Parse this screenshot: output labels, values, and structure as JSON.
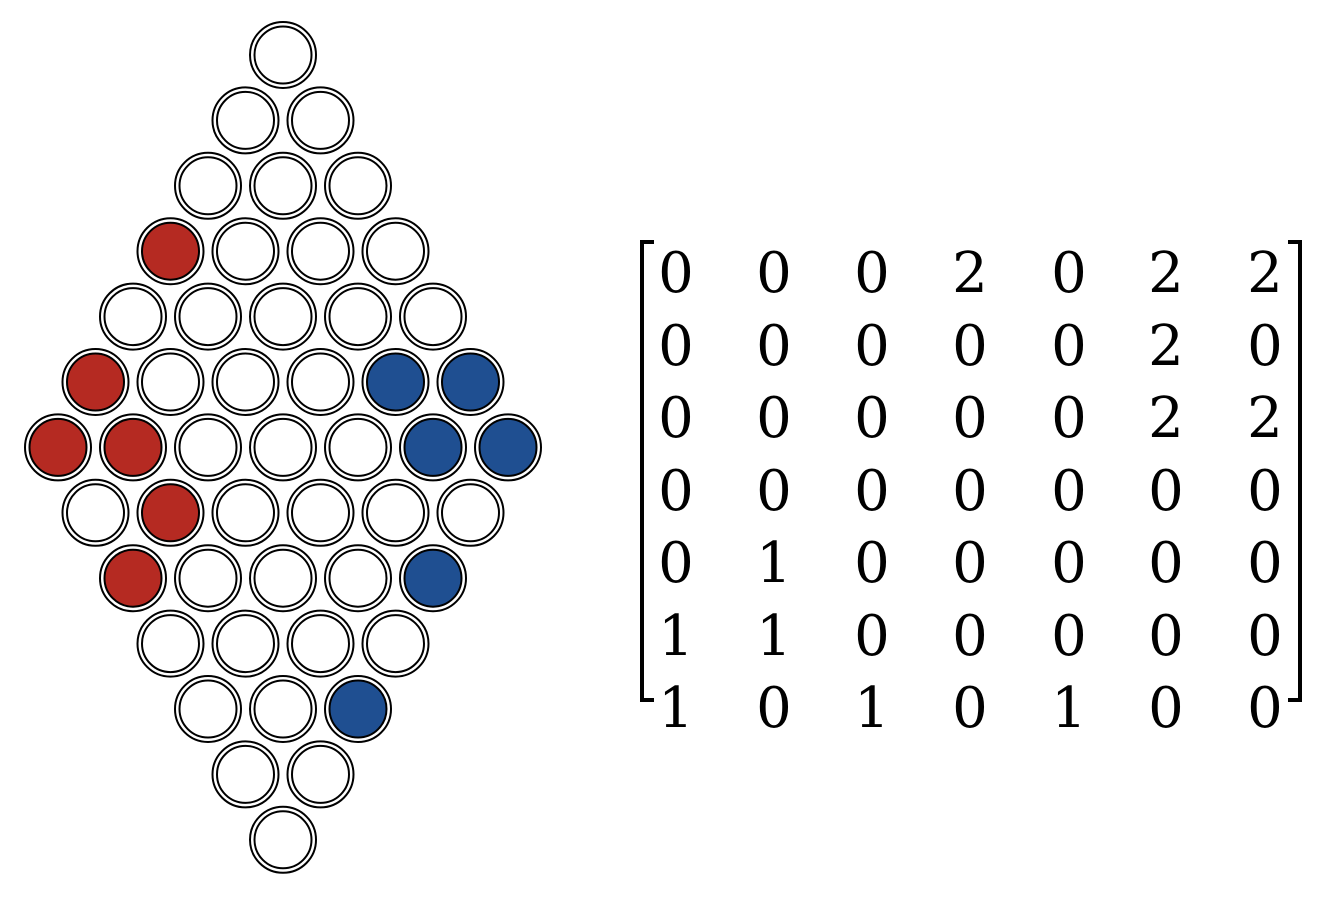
{
  "board": {
    "rows": 7,
    "cols": 7,
    "colors": {
      "empty": "#ffffff",
      "player1": "#1f4f91",
      "player2": "#b52a22",
      "outline": "#000000"
    },
    "state": [
      [
        0,
        0,
        0,
        2,
        0,
        2,
        2
      ],
      [
        0,
        0,
        0,
        0,
        0,
        2,
        0
      ],
      [
        0,
        0,
        0,
        0,
        0,
        2,
        2
      ],
      [
        0,
        0,
        0,
        0,
        0,
        0,
        0
      ],
      [
        0,
        1,
        0,
        0,
        0,
        0,
        0
      ],
      [
        1,
        1,
        0,
        0,
        0,
        0,
        0
      ],
      [
        1,
        0,
        1,
        0,
        1,
        0,
        0
      ]
    ]
  },
  "matrix": {
    "values": [
      [
        "0",
        "0",
        "0",
        "2",
        "0",
        "2",
        "2"
      ],
      [
        "0",
        "0",
        "0",
        "0",
        "0",
        "2",
        "0"
      ],
      [
        "0",
        "0",
        "0",
        "0",
        "0",
        "2",
        "2"
      ],
      [
        "0",
        "0",
        "0",
        "0",
        "0",
        "0",
        "0"
      ],
      [
        "0",
        "1",
        "0",
        "0",
        "0",
        "0",
        "0"
      ],
      [
        "1",
        "1",
        "0",
        "0",
        "0",
        "0",
        "0"
      ],
      [
        "1",
        "0",
        "1",
        "0",
        "1",
        "0",
        "0"
      ]
    ]
  }
}
